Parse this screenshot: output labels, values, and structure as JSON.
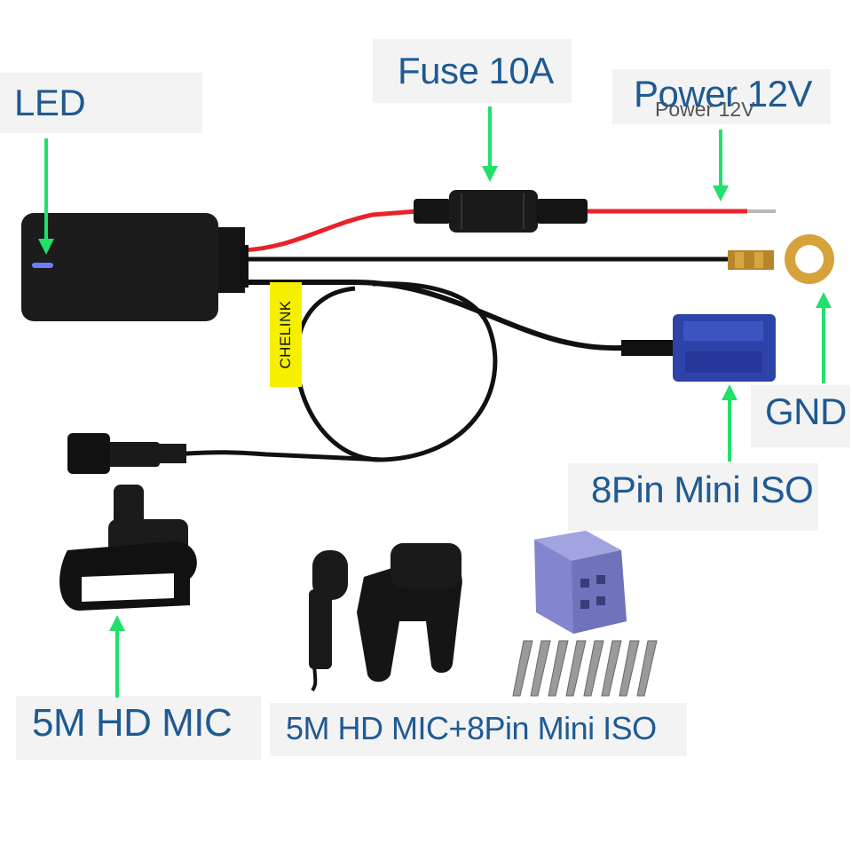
{
  "labels": {
    "led": "LED",
    "fuse": "Fuse 10A",
    "power": "Power 12V",
    "power_small": "Power 12V",
    "gnd": "GND",
    "iso": "8Pin Mini ISO",
    "mic": "5M HD MIC",
    "combo": "5M HD MIC+8Pin Mini ISO"
  },
  "brand": "CHELINK",
  "colors": {
    "label": "#1f5a93",
    "arrow": "#22e06a",
    "red_wire": "#e8222a",
    "cable": "#111111",
    "iso_connector": "#2d43a8",
    "iso_plug_loose": "#8385cf",
    "led_light": "#6f7bff",
    "tag": "#f6f000"
  }
}
